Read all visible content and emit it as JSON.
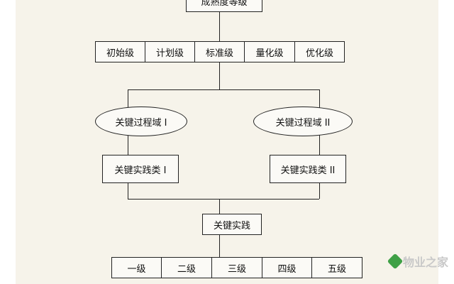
{
  "diagram": {
    "top_box": "成熟度等级",
    "maturity_levels": [
      "初始级",
      "计划级",
      "标准级",
      "量化级",
      "优化级"
    ],
    "process_domains": [
      "关键过程域 I",
      "关键过程域 II"
    ],
    "practice_categories": [
      "关键实践类 I",
      "关键实践类 II"
    ],
    "key_practice": "关键实践",
    "grades": [
      "一级",
      "二级",
      "三级",
      "四级",
      "五级"
    ]
  },
  "watermark": {
    "text": "物业之家",
    "color": "#3fa046",
    "icon": "house-leaf-icon"
  }
}
